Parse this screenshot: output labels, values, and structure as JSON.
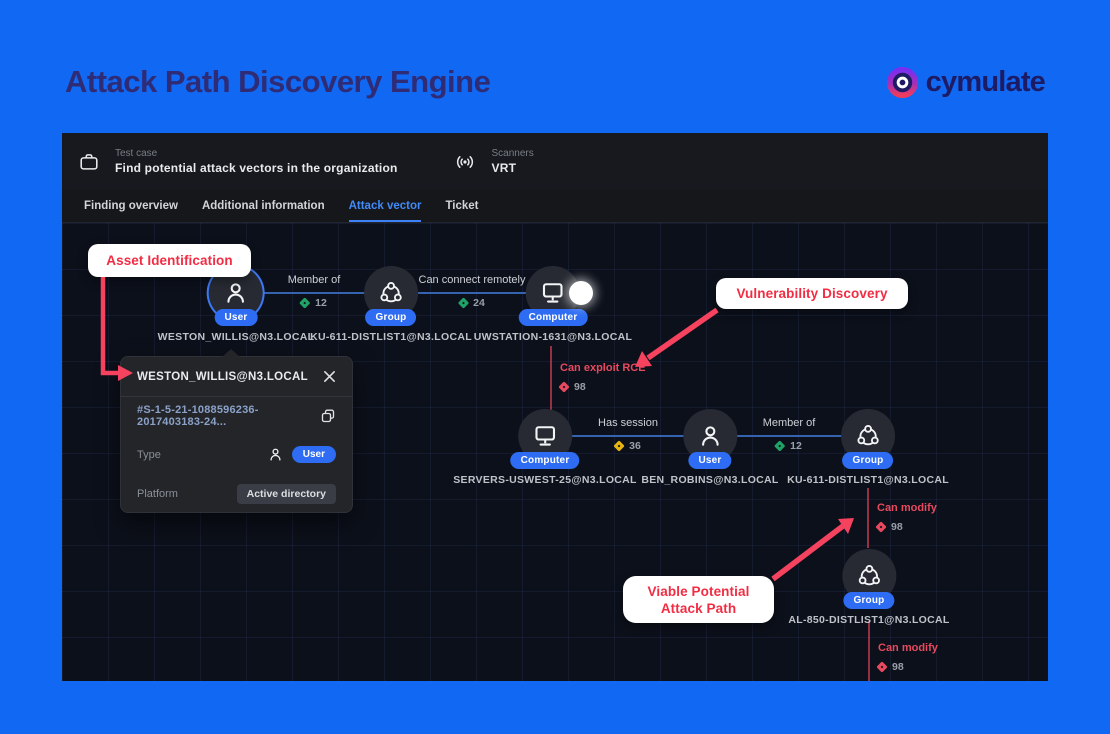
{
  "header": {
    "title": "Attack Path Discovery Engine",
    "brand": "cymulate"
  },
  "app_bar": {
    "test_case_label": "Test case",
    "test_case_value": "Find potential attack vectors in the organization",
    "scanners_label": "Scanners",
    "scanners_value": "VRT"
  },
  "tabs": [
    {
      "label": "Finding overview",
      "active": false
    },
    {
      "label": "Additional information",
      "active": false
    },
    {
      "label": "Attack vector",
      "active": true
    },
    {
      "label": "Ticket",
      "active": false
    }
  ],
  "callouts": {
    "asset": "Asset Identification",
    "vulnerability": "Vulnerability Discovery",
    "viable_line1": "Viable Potential",
    "viable_line2": "Attack Path"
  },
  "graph": {
    "nodes": [
      {
        "badge": "User",
        "label": "WESTON_WILLIS@N3.LOCAL",
        "icon": "user-icon",
        "selected": true
      },
      {
        "badge": "Group",
        "label": "KU-611-DISTLIST1@N3.LOCAL",
        "icon": "group-icon",
        "selected": false
      },
      {
        "badge": "Computer",
        "label": "UWSTATION-1631@N3.LOCAL",
        "icon": "computer-icon",
        "selected": false
      },
      {
        "badge": "Computer",
        "label": "SERVERS-USWEST-25@N3.LOCAL",
        "icon": "computer-icon",
        "selected": false
      },
      {
        "badge": "User",
        "label": "BEN_ROBINS@N3.LOCAL",
        "icon": "user-icon",
        "selected": false
      },
      {
        "badge": "Group",
        "label": "KU-611-DISTLIST1@N3.LOCAL",
        "icon": "group-icon",
        "selected": false
      },
      {
        "badge": "Group",
        "label": "AL-850-DISTLIST1@N3.LOCAL",
        "icon": "group-icon",
        "selected": false
      }
    ],
    "edges": [
      {
        "label": "Member of",
        "score": "12",
        "severity": "low"
      },
      {
        "label": "Can connect remotely",
        "score": "24",
        "severity": "low"
      },
      {
        "label": "Can exploit RCE",
        "score": "98",
        "severity": "critical"
      },
      {
        "label": "Has session",
        "score": "36",
        "severity": "medium"
      },
      {
        "label": "Member of",
        "score": "12",
        "severity": "low"
      },
      {
        "label": "Can modify",
        "score": "98",
        "severity": "critical"
      },
      {
        "label": "Can modify",
        "score": "98",
        "severity": "critical"
      }
    ]
  },
  "panel": {
    "title": "WESTON_WILLIS@N3.LOCAL",
    "sid": "#S-1-5-21-1088596236-2017403183-24...",
    "type_label": "Type",
    "type_value": "User",
    "platform_label": "Platform",
    "platform_value": "Active directory"
  },
  "icons": {
    "test_case": "briefcase-icon",
    "scanners": "broadcast-icon",
    "panel_close": "close-icon",
    "sid_copy": "copy-icon",
    "brand_mark": "cymulate-ring-icon"
  },
  "colors": {
    "background_blue": "#1168f2",
    "title_navy": "#2f2b75",
    "accent_blue": "#3c82f6",
    "badge_blue": "#2d6cf3",
    "callout_red": "#f22c43",
    "arrow_red": "#f5425f",
    "edge_red": "#b93a50",
    "severity_green": "#1fa366",
    "severity_yellow": "#e7b411",
    "severity_red": "#e8495f"
  }
}
